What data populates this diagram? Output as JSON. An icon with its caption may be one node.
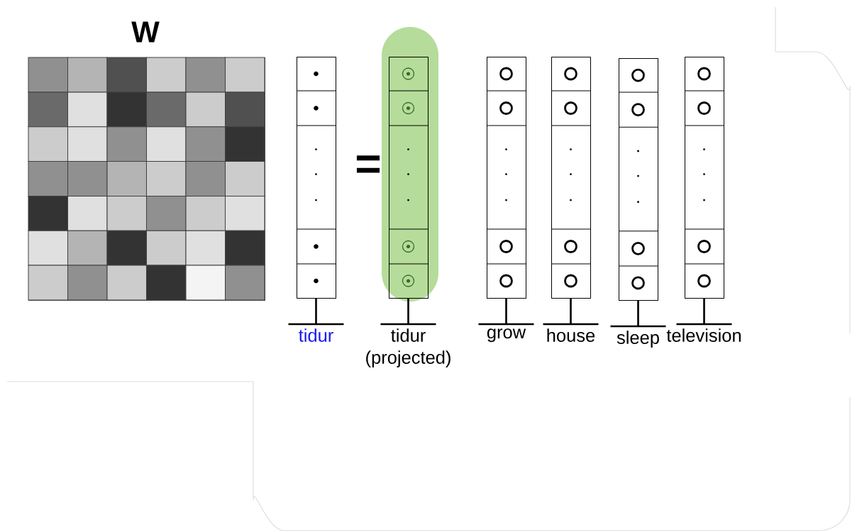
{
  "diagram": {
    "nodes": [
      {
        "text": [
          "W"
        ]
      },
      {
        "text": [
          "tidur"
        ]
      },
      {
        "text": [
          "tidur (projected)"
        ]
      },
      {
        "text": [
          "grow"
        ]
      },
      {
        "text": [
          "house"
        ]
      },
      {
        "text": [
          "sleep"
        ]
      },
      {
        "text": [
          "television"
        ]
      }
    ],
    "labels": [
      "="
    ]
  }
}
